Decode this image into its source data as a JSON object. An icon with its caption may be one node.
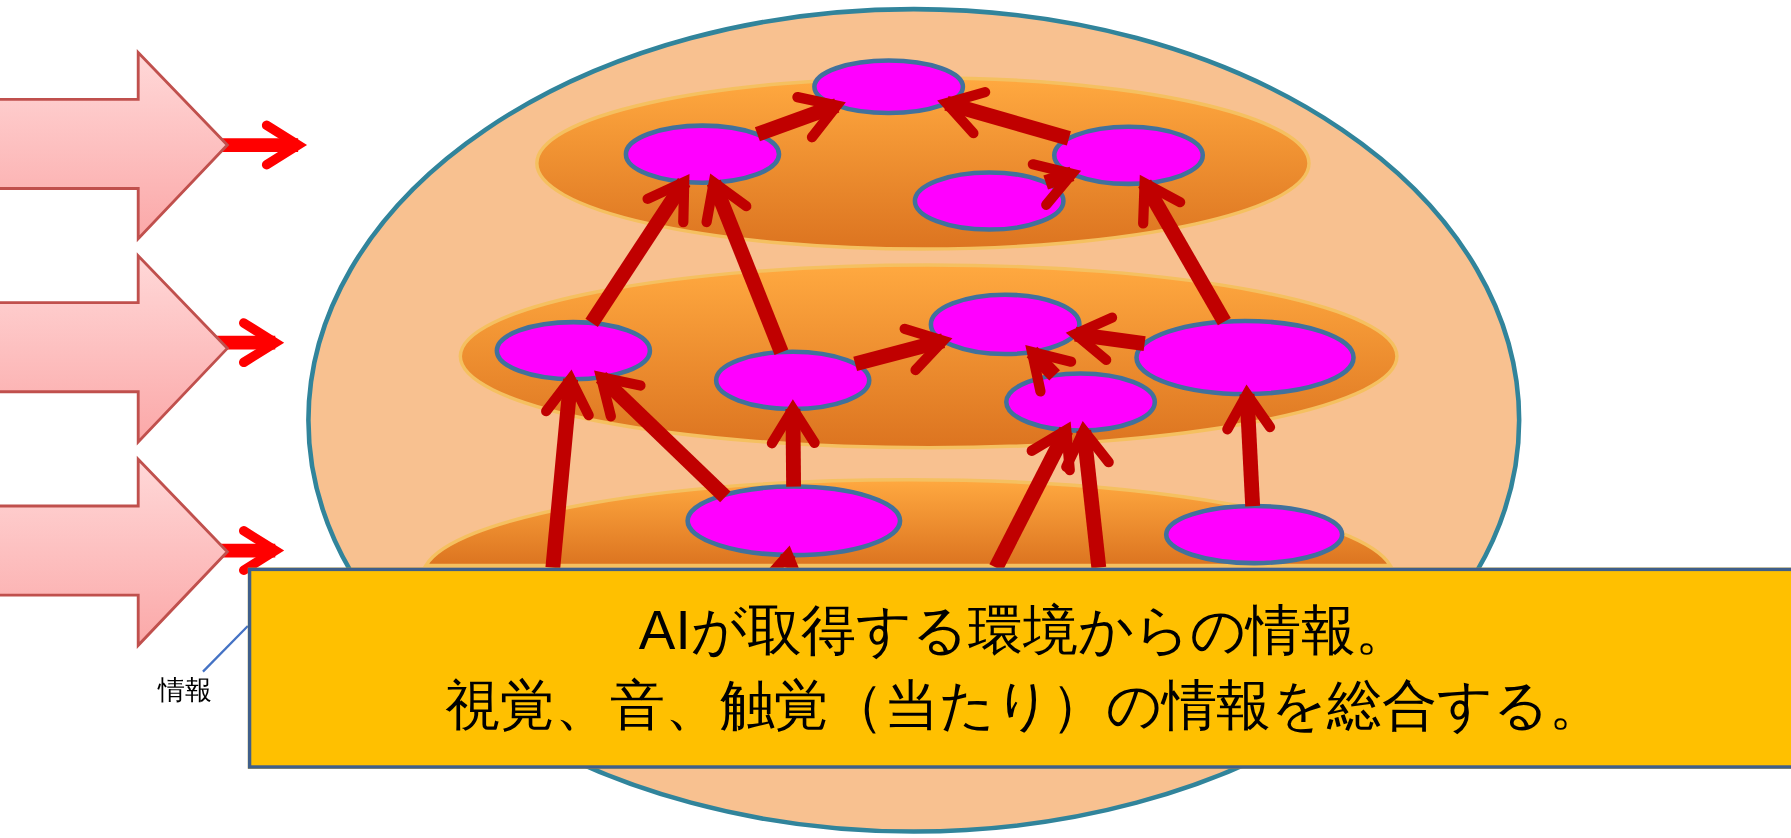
{
  "diagram": {
    "nodes": [
      {
        "text": [],
        "shape": "ellipse"
      },
      {
        "text": [],
        "shape": "ellipse",
        "in": 0
      },
      {
        "text": [],
        "shape": "ellipse",
        "in": 0
      },
      {
        "text": [],
        "shape": "ellipse",
        "in": 0
      },
      {
        "text": [],
        "shape": "ellipse",
        "in": 1
      },
      {
        "text": [],
        "shape": "ellipse",
        "in": 0
      },
      {
        "text": [],
        "shape": "ellipse",
        "in": 1
      },
      {
        "text": [],
        "shape": "ellipse",
        "in": 1
      },
      {
        "text": [],
        "shape": "ellipse",
        "in": 2
      },
      {
        "text": [],
        "shape": "ellipse",
        "in": 2
      },
      {
        "text": [],
        "shape": "ellipse",
        "in": 2
      },
      {
        "text": [],
        "shape": "ellipse",
        "in": 2
      },
      {
        "text": [],
        "shape": "ellipse",
        "in": 2
      },
      {
        "text": [],
        "shape": "ellipse",
        "in": 3
      },
      {
        "text": [],
        "shape": "ellipse",
        "in": 3
      },
      {
        "text": [
          "AIが取得する環境からの情報。",
          "視覚、音、触覚（当たり）の情報を総合する。"
        ]
      },
      {
        "text": [
          "情報"
        ]
      }
    ],
    "edges": [
      {
        "from": 15,
        "to": 8,
        "arrow": "to"
      },
      {
        "from": 3,
        "to": 8,
        "arrow": "to"
      },
      {
        "from": 13,
        "to": 9,
        "arrow": "to"
      },
      {
        "from": 15,
        "to": 13,
        "arrow": "to"
      },
      {
        "from": 15,
        "to": 11,
        "arrow": "to"
      },
      {
        "from": 15,
        "to": 11,
        "arrow": "to"
      },
      {
        "from": 14,
        "to": 12,
        "arrow": "to"
      },
      {
        "from": 8,
        "to": 4,
        "arrow": "to"
      },
      {
        "from": 9,
        "to": 4,
        "arrow": "to"
      },
      {
        "from": 9,
        "to": 10,
        "arrow": "to"
      },
      {
        "from": 11,
        "to": 10,
        "arrow": "to"
      },
      {
        "from": 12,
        "to": 10,
        "arrow": "to"
      },
      {
        "from": 12,
        "to": 7,
        "arrow": "to"
      },
      {
        "from": 4,
        "to": 5,
        "arrow": "to"
      },
      {
        "from": 7,
        "to": 5,
        "arrow": "to"
      },
      {
        "from": 6,
        "to": 7,
        "arrow": "to"
      },
      {
        "from": 16,
        "to": 15,
        "arrow": "none",
        "color": "#4472c4"
      }
    ]
  }
}
